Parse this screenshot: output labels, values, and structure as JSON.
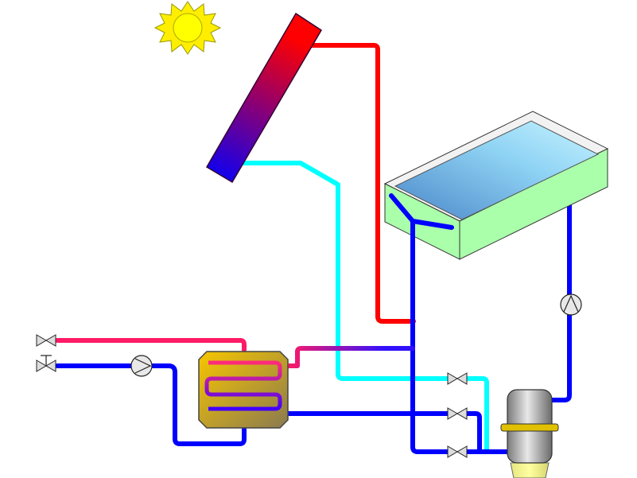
{
  "diagram": {
    "type": "solar-heated-pool-system",
    "colors": {
      "hot": "#ff0000",
      "cold": "#0000ff",
      "return": "#00ffff",
      "domestic_hot": "#ff0066",
      "pool_water": "#6fb3e0",
      "pool_body": "#aaffaa",
      "sun": "#ffee00",
      "heat_exchanger": "#e8b000"
    },
    "components": [
      "sun",
      "solar-collector",
      "swimming-pool",
      "heat-exchanger",
      "pool-circulation-pump",
      "domestic-water-pump",
      "pool-filter",
      "valve",
      "outlet-tap"
    ],
    "labels": []
  }
}
